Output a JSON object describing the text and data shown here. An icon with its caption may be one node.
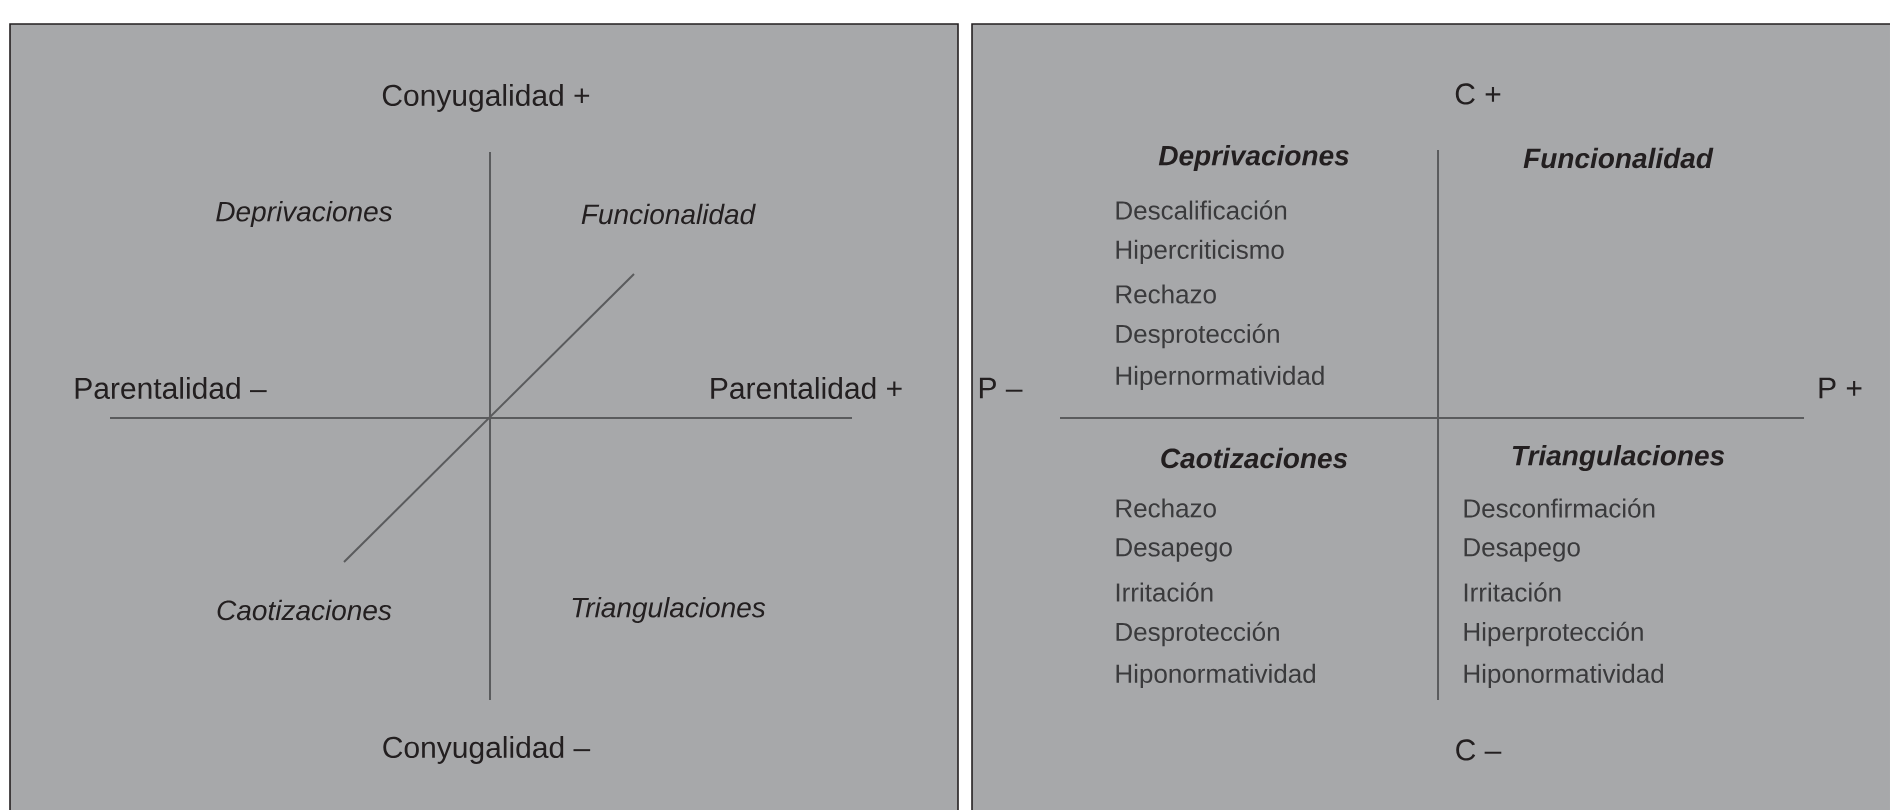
{
  "diagram": {
    "labels": [
      "Conyugalidad +",
      "Deprivaciones",
      "Funcionalidad",
      "Parentalidad –",
      "Parentalidad +",
      "Caotizaciones",
      "Triangulaciones",
      "Conyugalidad –",
      "C +",
      "Deprivaciones",
      "Funcionalidad",
      "Descalificación",
      "Hipercriticismo",
      "Rechazo",
      "Desprotección",
      "Hipernormatividad",
      "P –",
      "P +",
      "Caotizaciones",
      "Triangulaciones",
      "Rechazo",
      "Desapego",
      "Irritación",
      "Desprotección",
      "Hiponormatividad",
      "Desconfirmación",
      "Desapego",
      "Irritación",
      "Hiperprotección",
      "Hiponormatividad",
      "C –"
    ]
  }
}
